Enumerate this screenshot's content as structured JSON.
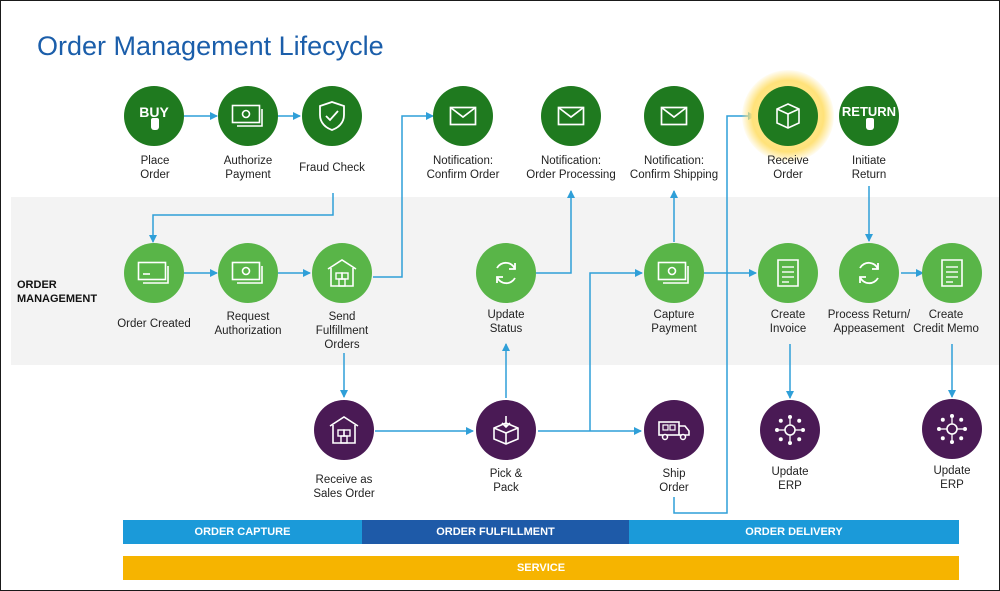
{
  "title": "Order Management Lifecycle",
  "swimlane_label": "ORDER\nMANAGEMENT",
  "nodes": {
    "buy": {
      "word": "BUY",
      "label": "Place\nOrder"
    },
    "authorize": {
      "label": "Authorize\nPayment"
    },
    "fraud": {
      "label": "Fraud Check"
    },
    "notif_confirm": {
      "label": "Notification:\nConfirm Order"
    },
    "notif_processing": {
      "label": "Notification:\nOrder Processing"
    },
    "notif_shipping": {
      "label": "Notification:\nConfirm Shipping"
    },
    "receive_order": {
      "label": "Receive\nOrder"
    },
    "return": {
      "word": "RETURN",
      "label": "Initiate\nReturn"
    },
    "order_created": {
      "label": "Order Created"
    },
    "request_auth": {
      "label": "Request\nAuthorization"
    },
    "send_fulfillment": {
      "label": "Send\nFulfillment\nOrders"
    },
    "update_status": {
      "label": "Update\nStatus"
    },
    "capture_payment": {
      "label": "Capture\nPayment"
    },
    "create_invoice": {
      "label": "Create\nInvoice"
    },
    "process_return": {
      "label": "Process Return/\nAppeasement"
    },
    "credit_memo": {
      "label": "Create\nCredit Memo"
    },
    "receive_sales": {
      "label": "Receive as\nSales Order"
    },
    "pick_pack": {
      "label": "Pick &\nPack"
    },
    "ship_order": {
      "label": "Ship\nOrder"
    },
    "update_erp_1": {
      "label": "Update\nERP"
    },
    "update_erp_2": {
      "label": "Update\nERP"
    }
  },
  "phases": [
    {
      "label": "ORDER CAPTURE",
      "color": "#1b9ad9"
    },
    {
      "label": "ORDER FULFILLMENT",
      "color": "#1e5aa8"
    },
    {
      "label": "ORDER DELIVERY",
      "color": "#1b9ad9"
    }
  ],
  "service": {
    "label": "SERVICE",
    "color": "#f6b400"
  },
  "colors": {
    "dark_green": "#1f7a1f",
    "light_green": "#59b548",
    "purple": "#4a1a55",
    "arrow": "#2f9fd8",
    "title": "#1b5eaa"
  }
}
